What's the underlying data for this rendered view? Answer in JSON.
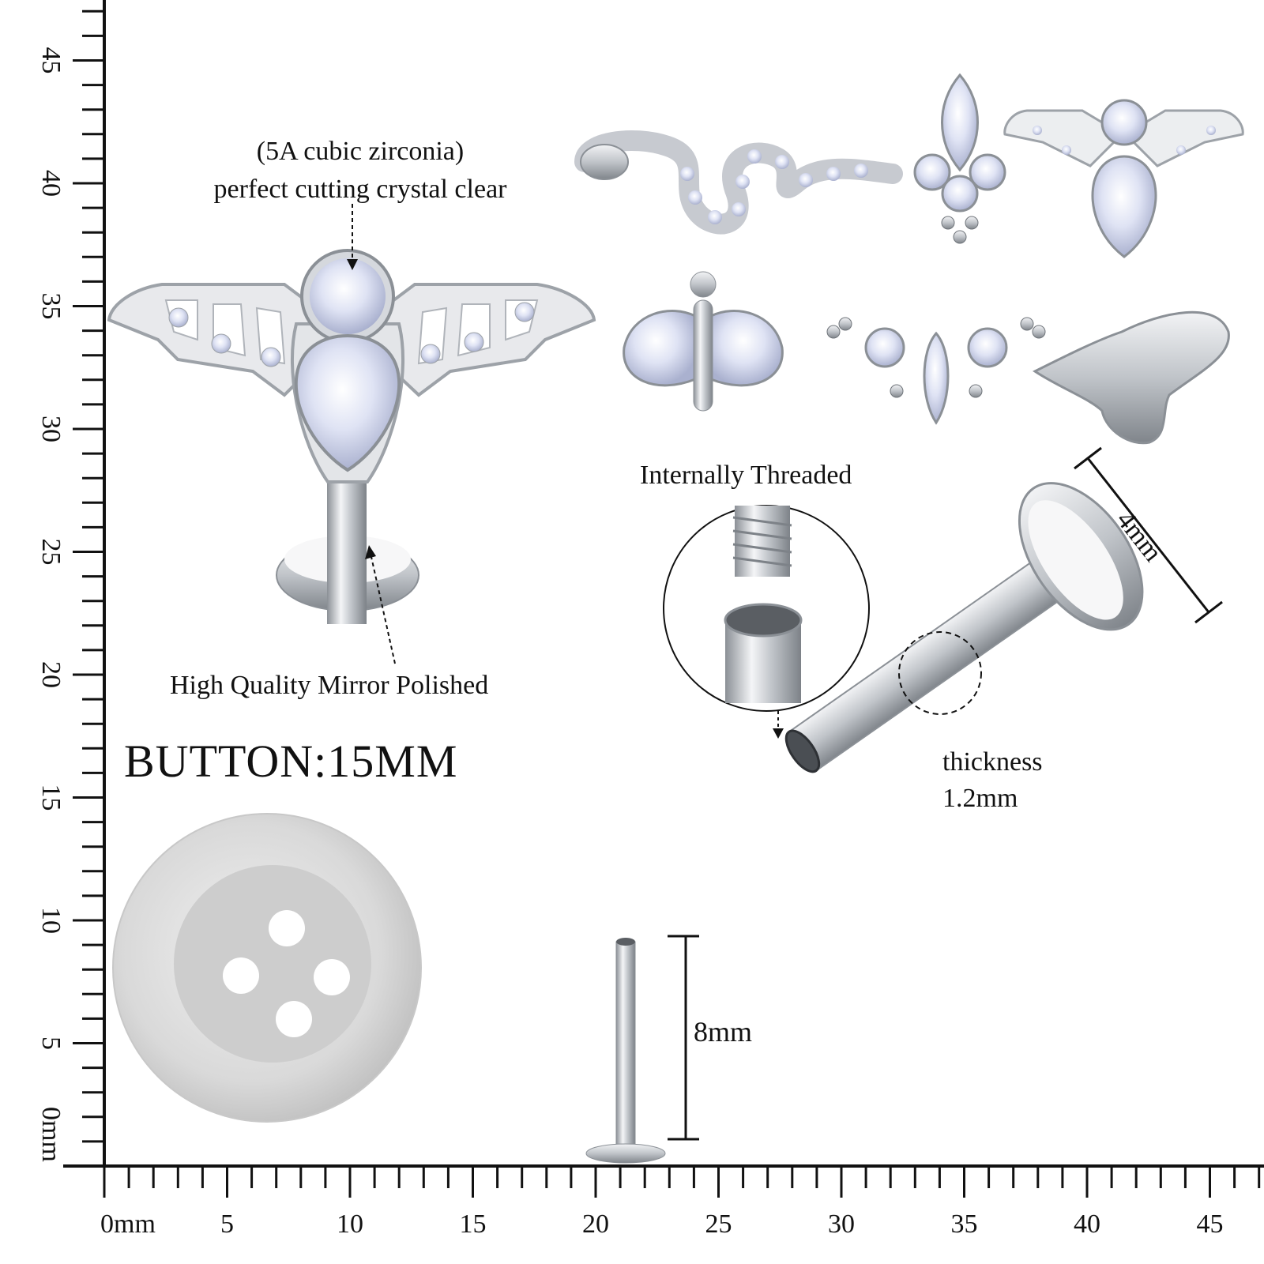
{
  "callouts": {
    "crystal_line1": "(5A cubic zirconia)",
    "crystal_line2": "perfect cutting crystal clear",
    "polish": "High Quality Mirror Polished",
    "button": "BUTTON:15MM",
    "threaded": "Internally Threaded",
    "top_size": "4mm",
    "thickness_line1": "thickness",
    "thickness_line2": "1.2mm",
    "post_length": "8mm"
  },
  "ruler": {
    "x_labels": [
      "0mm",
      "5",
      "10",
      "15",
      "20",
      "25",
      "30",
      "35",
      "40",
      "45"
    ],
    "y_labels": [
      "0mm",
      "5",
      "10",
      "15",
      "20",
      "25",
      "30",
      "35",
      "40",
      "45"
    ]
  },
  "gallery": {
    "items": [
      "snake-top",
      "fleur-top",
      "bat-top",
      "bee-top",
      "crown-top",
      "bird-top"
    ]
  },
  "colors": {
    "ink": "#111111",
    "steel": "#c9ccd1",
    "steel_dark": "#8b9096",
    "crystal": "#dfe4f5",
    "enamel": "#f6f6f6"
  }
}
